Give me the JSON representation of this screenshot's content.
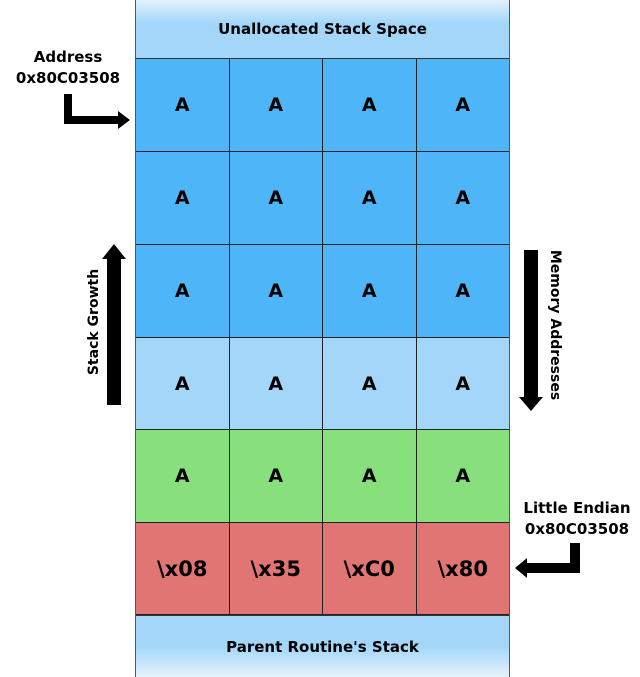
{
  "stack": {
    "top_label": "Unallocated Stack Space",
    "bottom_label": "Parent Routine's Stack",
    "rows": [
      {
        "kind": "buffer",
        "color": "#4fb5f9",
        "cells": [
          "A",
          "A",
          "A",
          "A"
        ]
      },
      {
        "kind": "buffer",
        "color": "#4fb5f9",
        "cells": [
          "A",
          "A",
          "A",
          "A"
        ]
      },
      {
        "kind": "buffer",
        "color": "#4fb5f9",
        "cells": [
          "A",
          "A",
          "A",
          "A"
        ]
      },
      {
        "kind": "buffer-light",
        "color": "#a3d6f8",
        "cells": [
          "A",
          "A",
          "A",
          "A"
        ]
      },
      {
        "kind": "saved-frame",
        "color": "#88e07d",
        "cells": [
          "A",
          "A",
          "A",
          "A"
        ]
      },
      {
        "kind": "return-address",
        "color": "#e07574",
        "cells": [
          "\\x08",
          "\\x35",
          "\\xC0",
          "\\x80"
        ]
      }
    ]
  },
  "annotations": {
    "address": {
      "title": "Address",
      "value": "0x80C03508"
    },
    "little_endian": {
      "title": "Little Endian",
      "value": "0x80C03508"
    },
    "stack_growth": "Stack Growth",
    "memory_addresses": "Memory Addresses"
  },
  "colors": {
    "band": "#a3d6f8",
    "buffer": "#4fb5f9",
    "saved_frame": "#88e07d",
    "return_address": "#e07574",
    "arrow": "#000000"
  }
}
